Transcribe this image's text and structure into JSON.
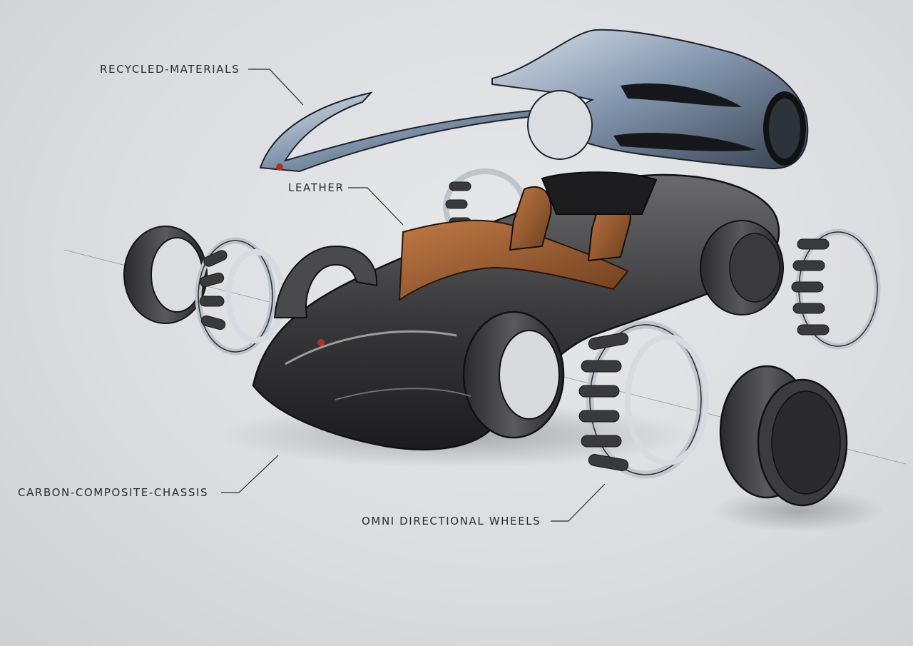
{
  "callouts": {
    "recycled": "RECYCLED-MATERIALS",
    "leather": "LEATHER",
    "chassis": "CARBON-COMPOSITE-CHASSIS",
    "wheels": "OMNI DIRECTIONAL WHEELS"
  },
  "colors": {
    "background": "#dcdde0",
    "shell_blue": "#7e92ab",
    "carbon": "#3b3b3d",
    "leather": "#9a5e34",
    "chrome": "#c7ccd2"
  }
}
